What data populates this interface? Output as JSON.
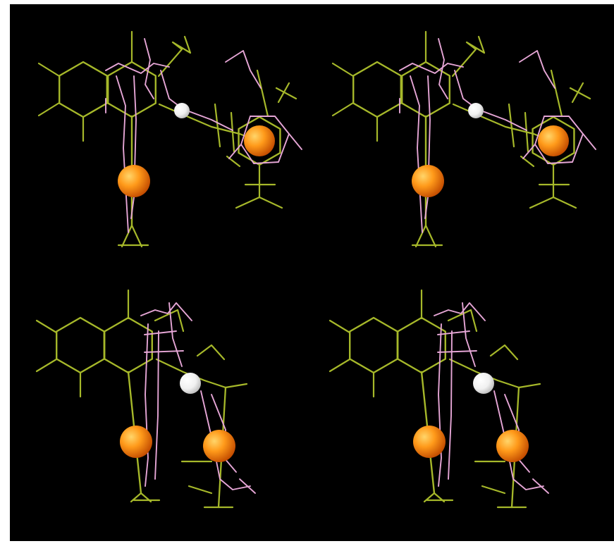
{
  "figure": {
    "kind": "stereo pair molecular overlay",
    "panels": [
      {
        "name": "top-left",
        "view": "upper",
        "eye": "left"
      },
      {
        "name": "top-right",
        "view": "upper",
        "eye": "right"
      },
      {
        "name": "bottom-left",
        "view": "lower",
        "eye": "left"
      },
      {
        "name": "bottom-right",
        "view": "lower",
        "eye": "right"
      }
    ]
  },
  "colors": {
    "background": "#000000",
    "frame": "#ffffff",
    "ligand_a": "#a6b82a",
    "ligand_b": "#e6a6d6",
    "pharmacophore_sphere": "#ff9a1a",
    "sphere_highlight": "#ffd56a",
    "hydrogen_bond_sphere": "#f3f3f3"
  },
  "legend_items": []
}
